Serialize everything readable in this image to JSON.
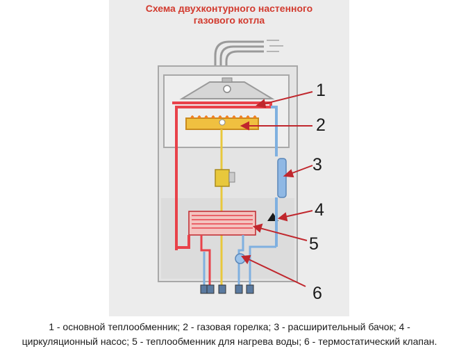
{
  "title": {
    "line1": "Схема двухконтурного настенного",
    "line2": "газового котла"
  },
  "callouts": [
    "1",
    "2",
    "3",
    "4",
    "5",
    "6"
  ],
  "caption": {
    "line1": "1 - основной теплообменник; 2 - газовая горелка; 3 - расширительный бачок; 4 -",
    "line2": "циркуляционный насос; 5 - теплообменник для нагрева воды; 6 - термостатический клапан."
  },
  "colors": {
    "hot": "#e8424a",
    "cold": "#7fb0e0",
    "gas": "#e8c83c",
    "arrow": "#c0272d",
    "panel": "#ececec"
  }
}
